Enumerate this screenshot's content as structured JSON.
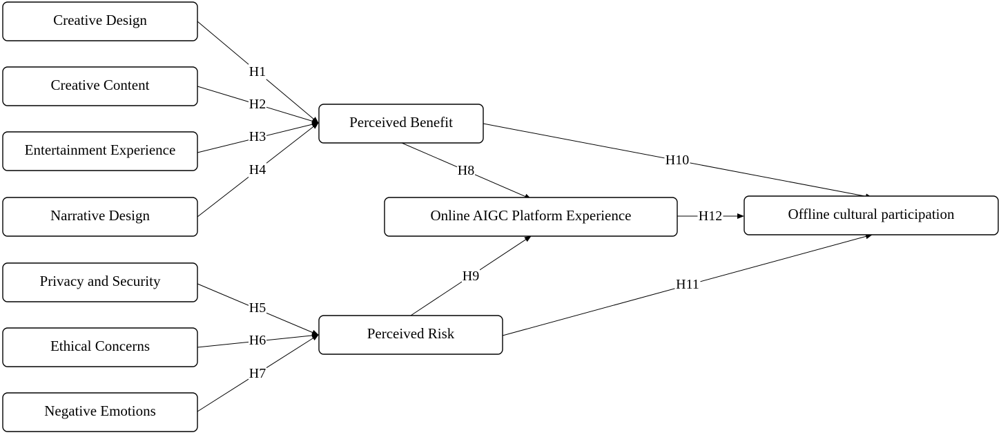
{
  "diagram": {
    "nodes": [
      {
        "id": "creative_design",
        "label": "Creative Design"
      },
      {
        "id": "creative_content",
        "label": "Creative Content"
      },
      {
        "id": "entertainment_experience",
        "label": "Entertainment Experience"
      },
      {
        "id": "narrative_design",
        "label": "Narrative Design"
      },
      {
        "id": "privacy_security",
        "label": "Privacy and Security"
      },
      {
        "id": "ethical_concerns",
        "label": "Ethical Concerns"
      },
      {
        "id": "negative_emotions",
        "label": "Negative Emotions"
      },
      {
        "id": "perceived_benefit",
        "label": "Perceived Benefit"
      },
      {
        "id": "perceived_risk",
        "label": "Perceived Risk"
      },
      {
        "id": "online_aigc",
        "label": "Online AIGC Platform Experience"
      },
      {
        "id": "offline_participation",
        "label": "Offline cultural participation"
      }
    ],
    "edges": [
      {
        "from": "creative_design",
        "to": "perceived_benefit",
        "label": "H1"
      },
      {
        "from": "creative_content",
        "to": "perceived_benefit",
        "label": "H2"
      },
      {
        "from": "entertainment_experience",
        "to": "perceived_benefit",
        "label": "H3"
      },
      {
        "from": "narrative_design",
        "to": "perceived_benefit",
        "label": "H4"
      },
      {
        "from": "privacy_security",
        "to": "perceived_risk",
        "label": "H5"
      },
      {
        "from": "ethical_concerns",
        "to": "perceived_risk",
        "label": "H6"
      },
      {
        "from": "negative_emotions",
        "to": "perceived_risk",
        "label": "H7"
      },
      {
        "from": "perceived_benefit",
        "to": "online_aigc",
        "label": "H8"
      },
      {
        "from": "perceived_risk",
        "to": "online_aigc",
        "label": "H9"
      },
      {
        "from": "perceived_benefit",
        "to": "offline_participation",
        "label": "H10"
      },
      {
        "from": "perceived_risk",
        "to": "offline_participation",
        "label": "H11"
      },
      {
        "from": "online_aigc",
        "to": "offline_participation",
        "label": "H12"
      }
    ]
  }
}
